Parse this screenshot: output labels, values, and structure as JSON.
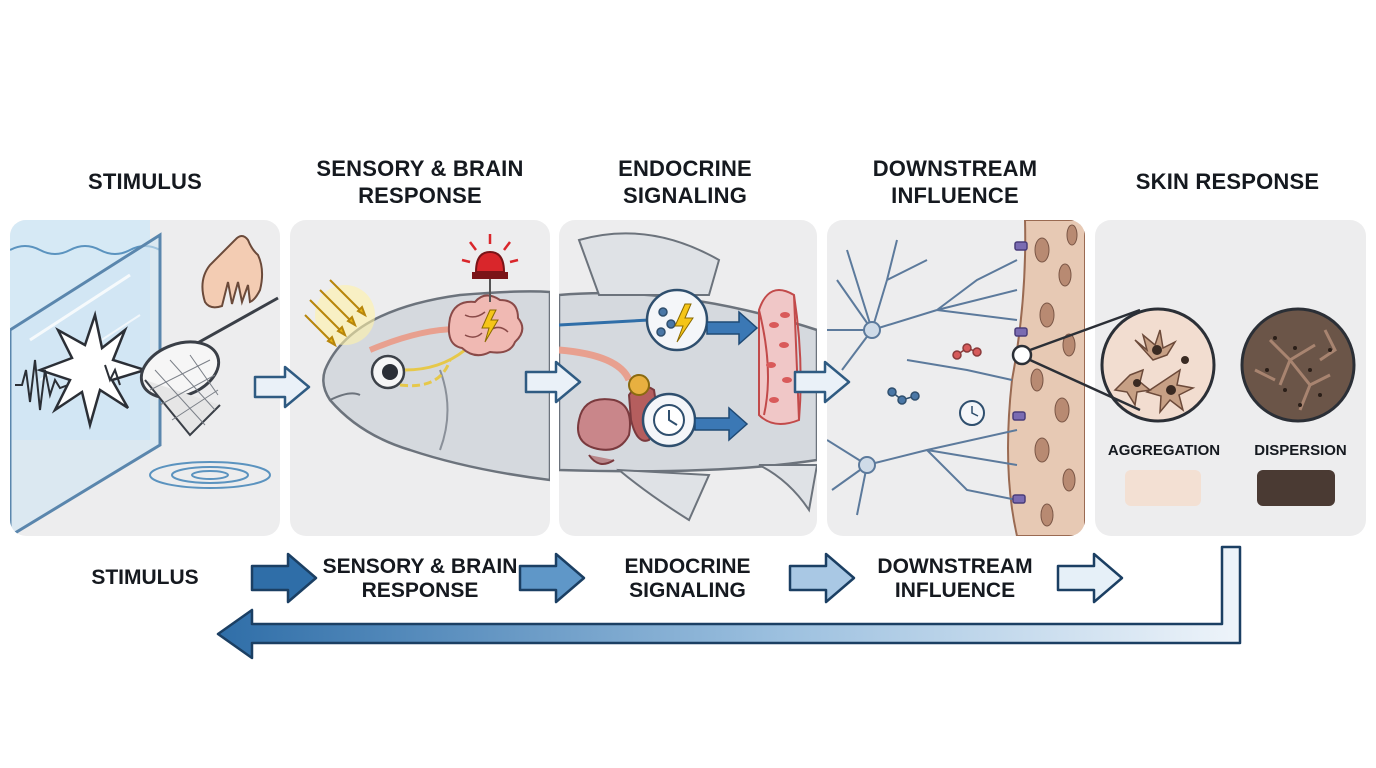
{
  "stages": [
    {
      "title": "STIMULUS"
    },
    {
      "title": "SENSORY & BRAIN\nRESPONSE"
    },
    {
      "title": "ENDOCRINE\nSIGNALING"
    },
    {
      "title": "DOWNSTREAM\nINFLUENCE"
    },
    {
      "title": "SKIN RESPONSE"
    }
  ],
  "skin_states": [
    {
      "label": "AGGREGATION",
      "color": "#f3e0d3"
    },
    {
      "label": "DISPERSION",
      "color": "#4a3a33"
    }
  ],
  "flow_labels": [
    "STIMULUS",
    "SENSORY & BRAIN\nRESPONSE",
    "ENDOCRINE\nSIGNALING",
    "DOWNSTREAM\nINFLUENCE"
  ],
  "colors": {
    "arrow_blue": "#2f6ea8",
    "arrow_light": "#e8f1f9",
    "panel_bg": "#ededee",
    "alarm_red": "#d9262b",
    "lightning_yellow": "#f5c518"
  }
}
